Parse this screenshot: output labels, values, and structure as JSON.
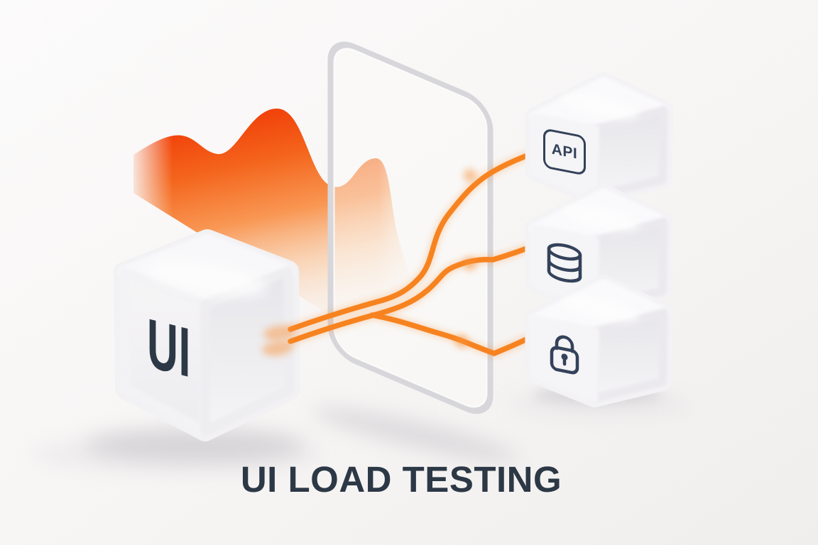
{
  "title": "UI LOAD TESTING",
  "diagram": {
    "source_cube": {
      "label": "UI"
    },
    "glass_panel": {
      "icon": "glass-panel"
    },
    "target_cubes": [
      {
        "label": "API",
        "icon": "api-badge-icon"
      },
      {
        "icon": "database-icon"
      },
      {
        "icon": "lock-icon"
      }
    ]
  },
  "colors": {
    "accent-orange": "#F8831F",
    "wave-crest": "#F23F08",
    "ink": "#2C3845",
    "icon-stroke": "#33415A",
    "cube-white": "#F4F3F5",
    "panel-edge": "#D8D7DB"
  }
}
